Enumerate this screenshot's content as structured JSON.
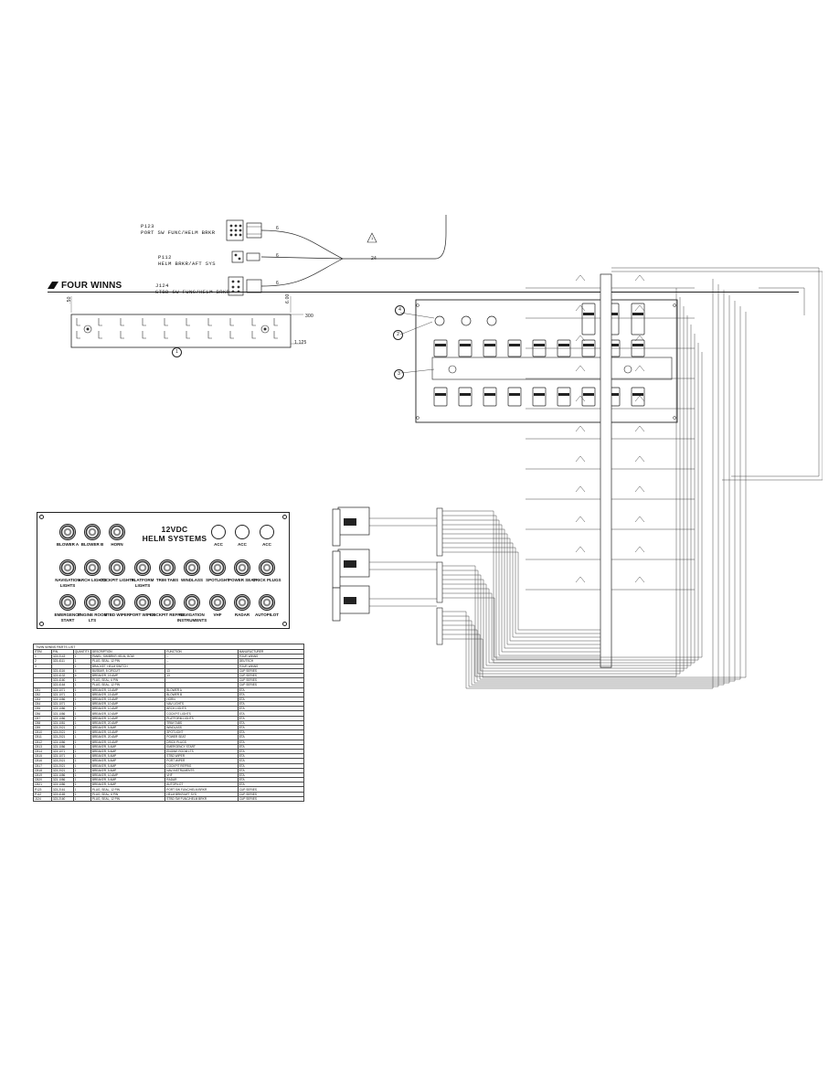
{
  "brand": {
    "name": "FOUR WINNS"
  },
  "top_panel": {
    "dim_a": "300",
    "dim_b": "1.125",
    "dim_c": "6.00",
    "dim_d": ".50",
    "callout": "1"
  },
  "connectors": [
    {
      "id": "P123",
      "desc": "PORT SW FUNC/HELM BRKR",
      "gauge": "6"
    },
    {
      "id": "P112",
      "desc": "HELM BRKR/AFT SYS",
      "gauge": "6"
    },
    {
      "id": "J124",
      "desc": "STBD SW FUNC/HELM BRKR",
      "gauge": "6"
    }
  ],
  "harness_gauge": "24",
  "warning_note": "1",
  "helm_panel": {
    "title_line1": "12VDC",
    "title_line2": "HELM SYSTEMS",
    "row1": [
      "BLOWER A",
      "BLOWER B",
      "HORN"
    ],
    "acc": [
      "ACC",
      "ACC",
      "ACC"
    ],
    "row2": [
      "NAVIGATION LIGHTS",
      "ARCH LIGHTS",
      "COCKPIT LIGHTS",
      "PLATFORM LIGHTS",
      "TRIM TABS",
      "WINDLASS",
      "SPOTLIGHT",
      "POWER SEAT",
      "DRICK PLUGS"
    ],
    "row3": [
      "EMERGENCY START",
      "ENGINE ROOM LTS",
      "STBD WIPER",
      "PORT WIPER",
      "COCKPIT REFRIG",
      "NAVIGATION INSTRUMENTS",
      "VHF",
      "RADAR",
      "AUTOPILOT"
    ]
  },
  "callouts_right": [
    "4",
    "2",
    "3"
  ],
  "parts_table": {
    "title": "TWIN WINNS PARTS LIST",
    "headers": [
      "ITEM",
      "P/N",
      "QUANTITY",
      "DESCRIPTION",
      "FUNCTION",
      "MANUFACTURER"
    ],
    "rows": [
      [
        "1",
        "323-2143",
        "1",
        "PANEL, SW/BRKR HELM, BOW",
        "--",
        "FOUR WINNS"
      ],
      [
        "2",
        "323-4111",
        "1",
        "PLUG, SEAL, 12 PIN",
        "--",
        "DEUTSCH"
      ],
      [
        "3",
        "",
        "1",
        "BRACKET, HELM SWITCH",
        "",
        "FOUR WINNS"
      ],
      [
        "",
        "323-4116",
        "4",
        "BUSBAR, 8 CIRCUIT",
        "13",
        "CUP SERIES"
      ],
      [
        "",
        "323-4132",
        "6",
        "BREAKER, 15 AMP",
        "13",
        "CUP SERIES"
      ],
      [
        "",
        "323-4160",
        "1",
        "PLUG, SEAL, 6 PIN",
        "",
        "CUP SERIES"
      ],
      [
        "",
        "323-4164",
        "1",
        "PLUG, SEAL, 12 PIN",
        "",
        "CUP SERIES"
      ],
      [
        "CB1",
        "323-1071",
        "1",
        "BREAKER, 15 AMP",
        "BLOWER A",
        "ETA"
      ],
      [
        "CB2",
        "323-1071",
        "1",
        "BREAKER, 15 AMP",
        "BLOWER B",
        "ETA"
      ],
      [
        "CB3",
        "323-1086",
        "1",
        "BREAKER, 15 AMP",
        "HORN",
        "ETA"
      ],
      [
        "CB4",
        "323-1071",
        "1",
        "BREAKER, 10 AMP",
        "NAV LIGHTS",
        "ETA"
      ],
      [
        "CB5",
        "323-1086",
        "1",
        "BREAKER, 10 AMP",
        "ARCH LIGHTS",
        "ETA"
      ],
      [
        "CB6",
        "323-1086",
        "1",
        "BREAKER, 10 AMP",
        "COCKPIT LIGHTS",
        "ETA"
      ],
      [
        "CB7",
        "323-1086",
        "1",
        "BREAKER, 10 AMP",
        "PLATFORM LIGHTS",
        "ETA"
      ],
      [
        "CB8",
        "323-1081",
        "1",
        "BREAKER, 20 AMP",
        "TRIM TABS",
        "ETA"
      ],
      [
        "CB9",
        "323-2021",
        "1",
        "BREAKER, 5 AMP",
        "WINDLASS",
        "ETA"
      ],
      [
        "CB10",
        "323-2021",
        "1",
        "BREAKER, 15 AMP",
        "SPOTLIGHT",
        "ETA"
      ],
      [
        "CB11",
        "323-2021",
        "1",
        "BREAKER, 20 AMP",
        "POWER SEAT",
        "ETA"
      ],
      [
        "CB12",
        "323-1086",
        "1",
        "BREAKER, 15 AMP",
        "DRICK PLUGS",
        "ETA"
      ],
      [
        "CB13",
        "323-1086",
        "1",
        "BREAKER, 5 AMP",
        "EMERGENCY START",
        "ETA"
      ],
      [
        "CB14",
        "323-1071",
        "1",
        "BREAKER, 5 AMP",
        "ENGINE ROOM LTS",
        "ETA"
      ],
      [
        "CB15",
        "323-1071",
        "1",
        "BREAKER, 5 AMP",
        "STBD WIPER",
        "ETA"
      ],
      [
        "CB16",
        "323-2021",
        "1",
        "BREAKER, 5 AMP",
        "PORT WIPER",
        "ETA"
      ],
      [
        "CB17",
        "323-2021",
        "1",
        "BREAKER, 5 AMP",
        "COCKPIT REFRIG",
        "ETA"
      ],
      [
        "CB18",
        "323-2021",
        "1",
        "BREAKER, 5 AMP",
        "NAV INSTRUMENTS",
        "ETA"
      ],
      [
        "CB19",
        "323-1086",
        "1",
        "BREAKER, 10 AMP",
        "VHF",
        "ETA"
      ],
      [
        "CB20",
        "323-1086",
        "1",
        "BREAKER, 5 AMP",
        "RADAR",
        "ETA"
      ],
      [
        "CB21",
        "323-1086",
        "1",
        "BREAKER, 5 AMP",
        "AUTOPILOT",
        "ETA"
      ],
      [
        "P123",
        "323-2161",
        "1",
        "PLUG, SEAL, 12 PIN",
        "PORT SW FUNC/HELM BRKR",
        "CUP SERIES"
      ],
      [
        "P112",
        "323-4165",
        "1",
        "PLUG, SEAL, 6 PIN",
        "HELM BRKR/AFT SYS",
        "CUP SERIES"
      ],
      [
        "J124",
        "323-2160",
        "1",
        "PLUG, SEAL, 12 PIN",
        "STBD SW FUNC/HELM BRKR",
        "CUP SERIES"
      ]
    ]
  }
}
